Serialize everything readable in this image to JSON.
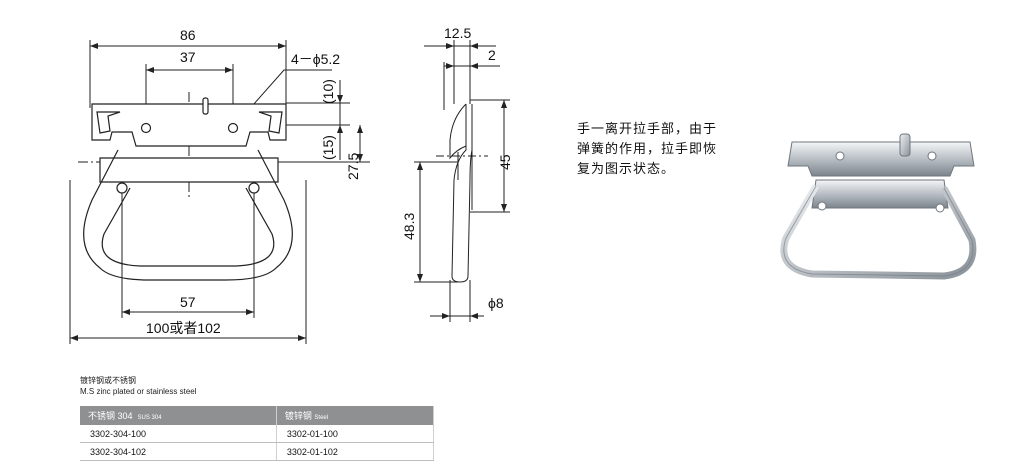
{
  "front_view": {
    "dim_width": "86",
    "dim_hole_spacing_top": "37",
    "dim_holes": "4－ϕ5.2",
    "dim_10": "(10)",
    "dim_15": "(15)",
    "dim_27_5": "27.5",
    "dim_hole_spacing_bottom": "57",
    "dim_handle_width": "100或者102"
  },
  "side_view": {
    "dim_12_5": "12.5",
    "dim_2": "2",
    "dim_45": "45",
    "dim_48_3": "48.3",
    "dim_phi8": "ϕ8"
  },
  "note": {
    "line1": "手一离开拉手部，由于",
    "line2": "弹簧的作用，拉手即恢",
    "line3": "复为图示状态。"
  },
  "material": {
    "line_cn": "镀锌钢或不锈钢",
    "line_en": "M.S zinc plated or stainless steel"
  },
  "parts_table": {
    "col1_cn": "不锈钢 304",
    "col1_en": "SUS 304",
    "col2_cn": "镀锌钢",
    "col2_en": "Steel",
    "rows": [
      [
        "3302-304-100",
        "3302-01-100"
      ],
      [
        "3302-304-102",
        "3302-01-102"
      ]
    ]
  }
}
